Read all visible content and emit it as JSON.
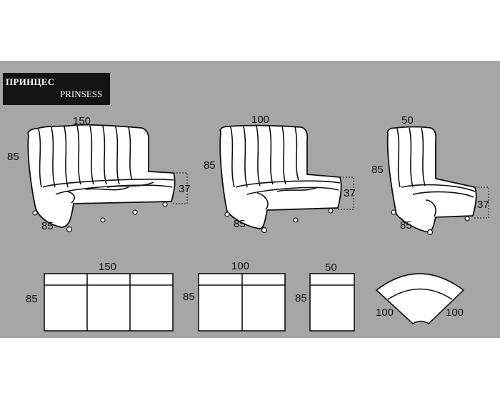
{
  "header": {
    "title_ru": "ПРИНЦЕС",
    "title_en": "PRINSESS"
  },
  "modules": [
    {
      "id": "sofa-150",
      "width": "150",
      "height": "85",
      "depth": "85",
      "seat": "37"
    },
    {
      "id": "sofa-100",
      "width": "100",
      "height": "85",
      "depth": "85",
      "seat": "37"
    },
    {
      "id": "sofa-50",
      "width": "50",
      "height": "85",
      "depth": "85",
      "seat": "37"
    }
  ],
  "plans": [
    {
      "id": "plan-150",
      "width": "150",
      "depth": "85"
    },
    {
      "id": "plan-100",
      "width": "100",
      "depth": "85"
    },
    {
      "id": "plan-50",
      "width": "50",
      "depth": "85"
    },
    {
      "id": "plan-corner",
      "side_a": "100",
      "side_b": "100"
    }
  ],
  "colors": {
    "panel": "#a6a6a6",
    "title_box": "#141414",
    "line": "#111111",
    "fill": "#ffffff"
  }
}
